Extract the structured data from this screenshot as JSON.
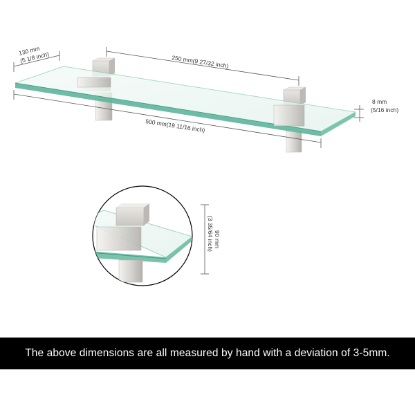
{
  "dimensions": {
    "depth": {
      "metric": "130 mm",
      "imperial": "(5 1/8 inch)"
    },
    "bracket_spacing": {
      "text": "250 mm(9 27/32 inch)"
    },
    "thickness": {
      "metric": "8 mm",
      "imperial": "(5/16 inch)"
    },
    "length": {
      "text": "500 mm(19 11/16 inch)"
    },
    "bracket_height": {
      "metric": "90 mm",
      "imperial": "(3 35/64 inch)"
    }
  },
  "footer": {
    "note": "The above dimensions are all measured by hand with a deviation of 3-5mm."
  },
  "colors": {
    "glass_fill": "#eef7f4",
    "glass_edge": "#5fb59c",
    "bracket_metal": "#d9d7d4",
    "bracket_shadow": "#a9a6a2",
    "footer_bg": "#000000",
    "footer_text": "#ffffff"
  }
}
